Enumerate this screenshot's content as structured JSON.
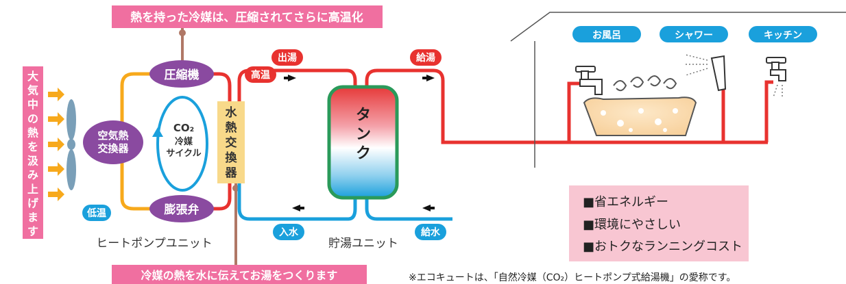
{
  "banner_top": "熱を持った冷媒は、圧縮されてさらに高温化",
  "banner_bottom": "冷媒の熱を水に伝えてお湯をつくります",
  "left_vertical": [
    "大",
    "気",
    "中",
    "の",
    "熱",
    "を",
    "汲",
    "み",
    "上",
    "げ",
    "ま",
    "す"
  ],
  "compressor": "圧縮機",
  "expansion_valve": "膨張弁",
  "air_heat_exchanger": [
    "空気熱",
    "交換器"
  ],
  "co2_cycle": [
    "CO₂",
    "冷媒",
    "サイクル"
  ],
  "water_heat_exchanger": [
    "水",
    "熱",
    "交",
    "換",
    "器"
  ],
  "tank": [
    "タ",
    "ン",
    "ク"
  ],
  "heatpump_unit": "ヒートポンプユニット",
  "storage_unit": "貯湯ユニット",
  "badges": {
    "high_temp": "高温",
    "low_temp": "低温",
    "outlet": "出湯",
    "supply_hot": "給湯",
    "inlet": "入水",
    "supply_water": "給水"
  },
  "uses": [
    "お風呂",
    "シャワー",
    "キッチン"
  ],
  "features": [
    "■省エネルギー",
    "■環境にやさしい",
    "■おトクなランニングコスト"
  ],
  "footnote": "※エコキュートは、「自然冷媒（CO₂）ヒートポンプ式給湯機」の愛称です。",
  "colors": {
    "pink_banner": "#f06fa0",
    "purple": "#8a4aa0",
    "hot_red": "#e8322f",
    "cold_blue": "#1aa0dc",
    "orange": "#f7a91c",
    "yellow_box": "#f8d98a",
    "pink_panel": "#f8c6d2",
    "tank_green": "#2a9a5a",
    "fan_blue": "#7a9fb8"
  }
}
